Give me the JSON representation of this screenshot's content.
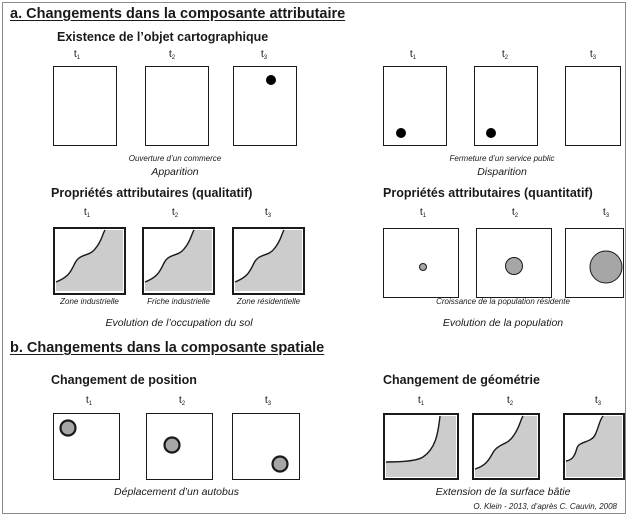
{
  "section_a": {
    "title": "a. Changements dans la composante attributaire",
    "existence": {
      "title": "Existence de l’objet cartographique",
      "times": [
        "t",
        "t",
        "t"
      ],
      "subs": [
        "1",
        "2",
        "3"
      ],
      "apparition": {
        "caption": "Ouverture d’un commerce",
        "label": "Apparition"
      },
      "disparition": {
        "caption": "Fermeture d’un service public",
        "label": "Disparition"
      }
    },
    "qualitatif": {
      "title": "Propriétés attributaires (qualitatif)",
      "captions": [
        "Zone industrielle",
        "Friche industrielle",
        "Zone résidentielle"
      ],
      "label": "Evolution de l’occupation du sol"
    },
    "quantitatif": {
      "title": "Propriétés attributaires (quantitatif)",
      "caption": "Croissance de la population résidente",
      "label": "Evolution de la population"
    }
  },
  "section_b": {
    "title": "b. Changements dans la composante spatiale",
    "position": {
      "title": "Changement de position",
      "label": "Déplacement d’un autobus"
    },
    "geometrie": {
      "title": "Changement de géométrie",
      "label": "Extension de la surface bâtie"
    }
  },
  "credit": "O. Klein - 2013, d’après C. Cauvin, 2008",
  "colors": {
    "fill": "#cccccc",
    "stroke": "#1a1a1a",
    "dot": "#000000",
    "circle": "#a6a6a6"
  }
}
